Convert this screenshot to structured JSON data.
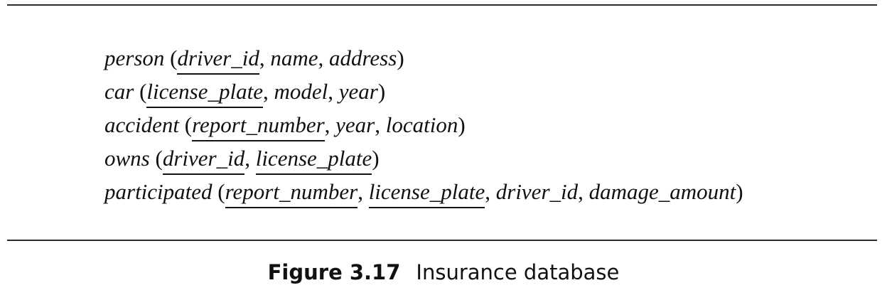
{
  "schemas": [
    {
      "relation": "person",
      "attributes": [
        {
          "name": "driver_id",
          "primary_key": true
        },
        {
          "name": "name",
          "primary_key": false
        },
        {
          "name": "address",
          "primary_key": false
        }
      ]
    },
    {
      "relation": "car",
      "attributes": [
        {
          "name": "license_plate",
          "primary_key": true
        },
        {
          "name": "model",
          "primary_key": false
        },
        {
          "name": "year",
          "primary_key": false
        }
      ]
    },
    {
      "relation": "accident",
      "attributes": [
        {
          "name": "report_number",
          "primary_key": true
        },
        {
          "name": "year",
          "primary_key": false
        },
        {
          "name": "location",
          "primary_key": false
        }
      ]
    },
    {
      "relation": "owns",
      "attributes": [
        {
          "name": "driver_id",
          "primary_key": true
        },
        {
          "name": "license_plate",
          "primary_key": true
        }
      ]
    },
    {
      "relation": "participated",
      "attributes": [
        {
          "name": "report_number",
          "primary_key": true
        },
        {
          "name": "license_plate",
          "primary_key": true
        },
        {
          "name": "driver_id",
          "primary_key": false
        },
        {
          "name": "damage_amount",
          "primary_key": false
        }
      ]
    }
  ],
  "caption": {
    "label": "Figure 3.17",
    "title": "Insurance database"
  }
}
